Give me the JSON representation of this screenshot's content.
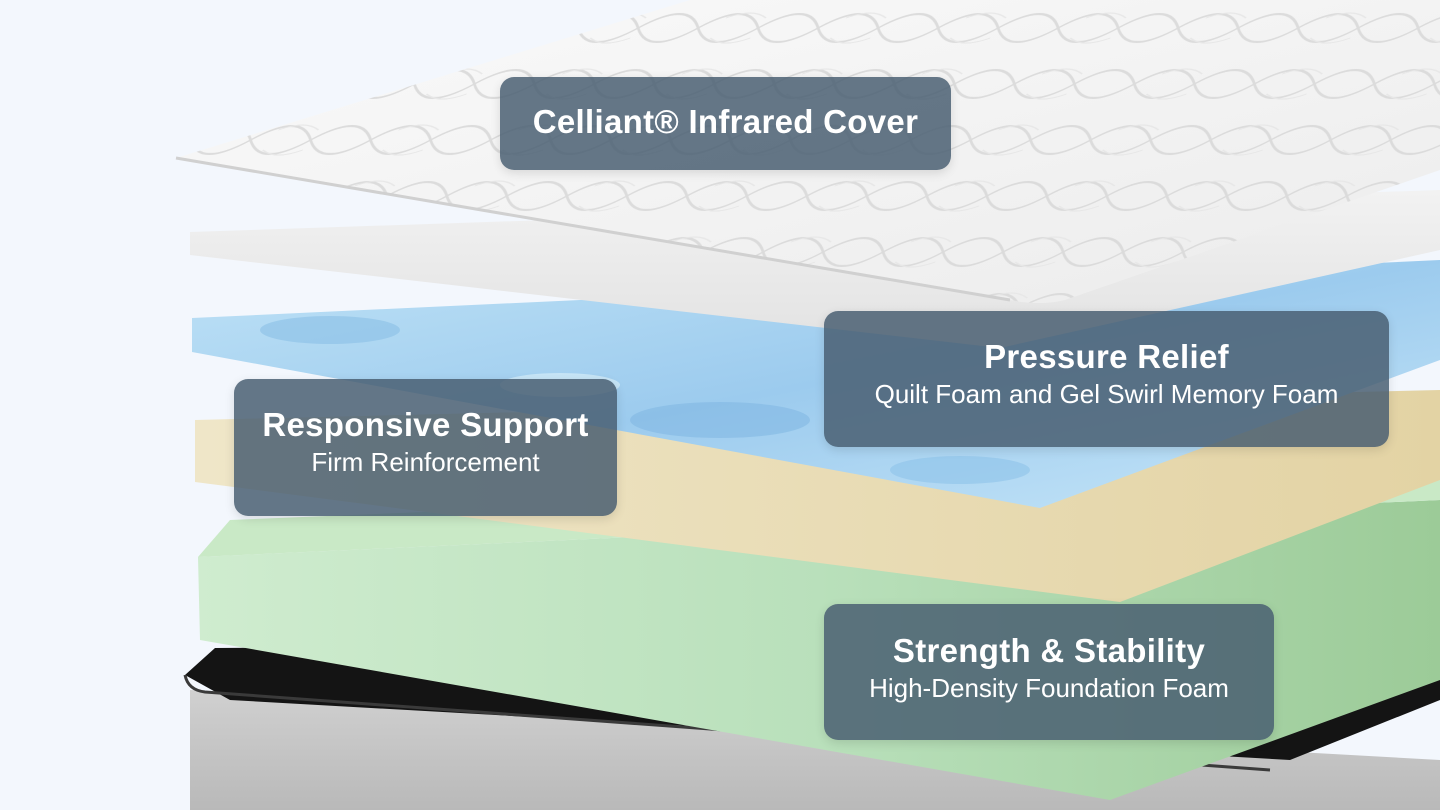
{
  "layers": [
    {
      "title": "Celliant® Infrared Cover",
      "subtitle": ""
    },
    {
      "title": "Responsive Support",
      "subtitle": "Firm Reinforcement"
    },
    {
      "title": "Pressure Relief",
      "subtitle": "Quilt Foam and Gel Swirl Memory Foam"
    },
    {
      "title": "Strength & Stability",
      "subtitle": "High-Density Foundation Foam"
    }
  ],
  "colors": {
    "background": "#f3f7fd",
    "label_background": "#485d70",
    "cover": "#f4f4f4",
    "quilt_foam": "#ebebeb",
    "gel_swirl_foam": "#a9d4f0",
    "firm_reinforcement": "#ece0bf",
    "foundation_foam": "#bfe4c3",
    "base_fabric": "#c9c9c9",
    "base_trim": "#141414"
  }
}
